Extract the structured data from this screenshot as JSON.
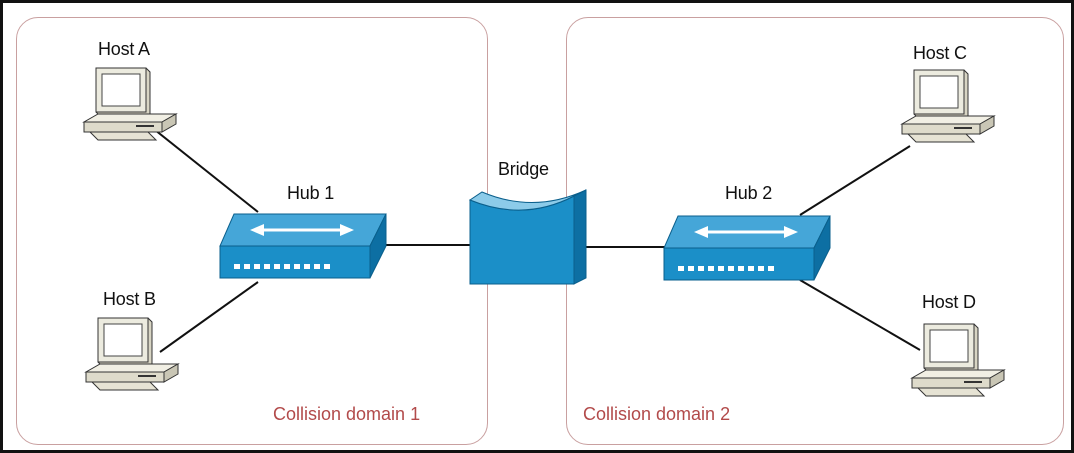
{
  "hosts": {
    "a": "Host A",
    "b": "Host B",
    "c": "Host C",
    "d": "Host D"
  },
  "hubs": {
    "hub1": "Hub 1",
    "hub2": "Hub 2"
  },
  "bridge": "Bridge",
  "domains": {
    "d1": "Collision domain 1",
    "d2": "Collision domain 2"
  },
  "colors": {
    "device_blue": "#1b8fc8",
    "device_blue_dark": "#0d6fa3",
    "device_blue_light": "#5db6e0",
    "domain_border": "#c9a0a0",
    "domain_label": "#b24a4a",
    "computer_beige": "#e9e6d8"
  },
  "icons": [
    "computer-icon",
    "hub-icon",
    "bridge-icon"
  ]
}
